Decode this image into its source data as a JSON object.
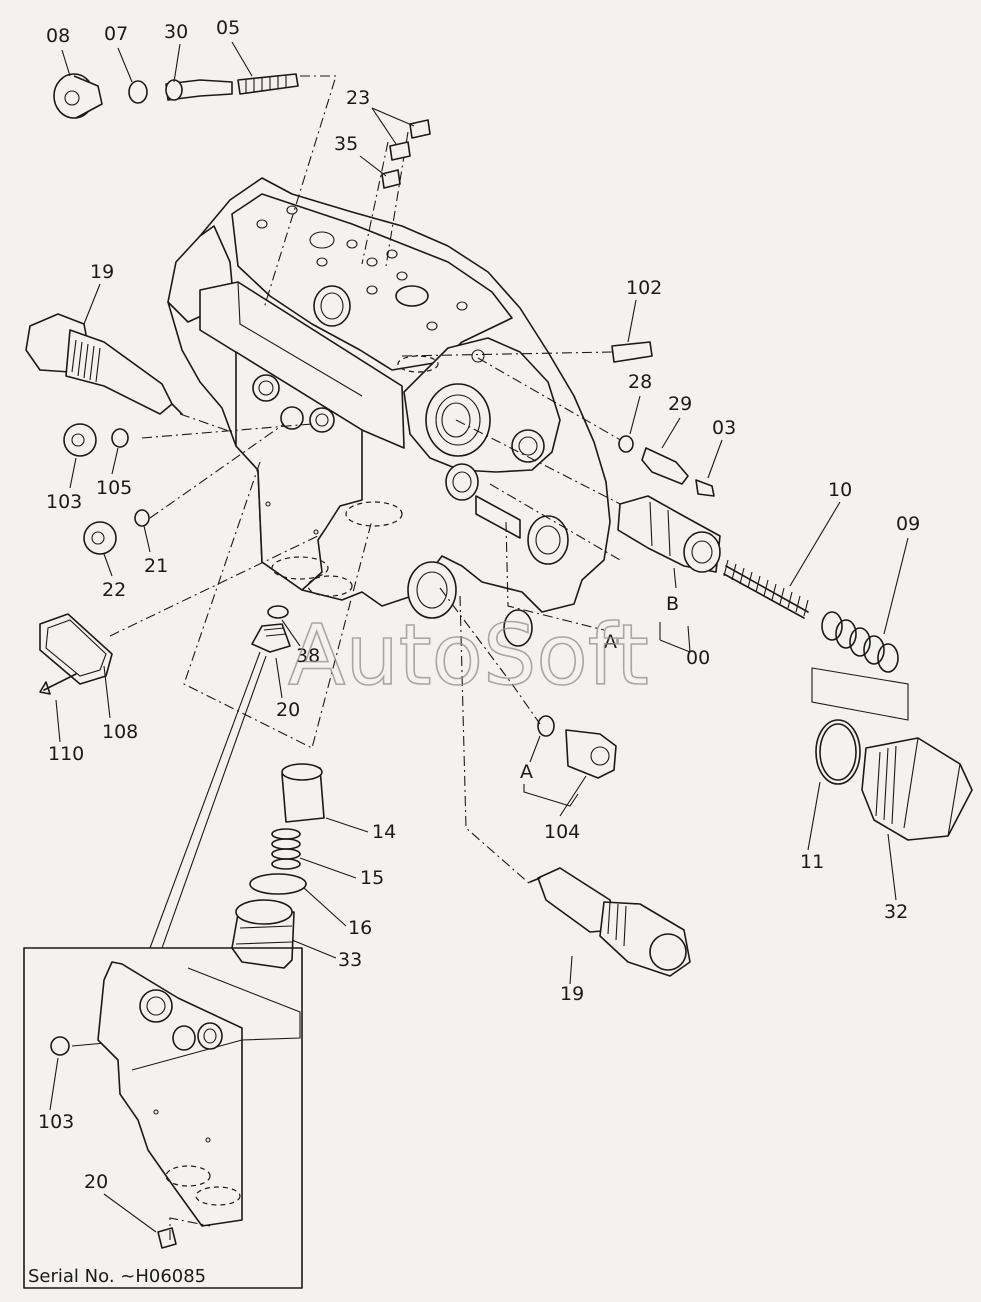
{
  "watermark": "AutoSoft",
  "serial_note": "Serial No. ~H06085",
  "labels": {
    "p08": "08",
    "p07": "07",
    "p30": "30",
    "p05": "05",
    "p23": "23",
    "p35": "35",
    "p19a": "19",
    "p102": "102",
    "p28": "28",
    "p29": "29",
    "p03": "03",
    "p103a": "103",
    "p105": "105",
    "p10": "10",
    "p09": "09",
    "p22": "22",
    "p21": "21",
    "pB": "B",
    "pA1": "A",
    "p00": "00",
    "p38": "38",
    "p20a": "20",
    "p108": "108",
    "p110": "110",
    "pA2": "A",
    "p104": "104",
    "p14": "14",
    "p11": "11",
    "p32": "32",
    "p15": "15",
    "p16": "16",
    "p33": "33",
    "p19b": "19",
    "p103b": "103",
    "p20b": "20"
  }
}
